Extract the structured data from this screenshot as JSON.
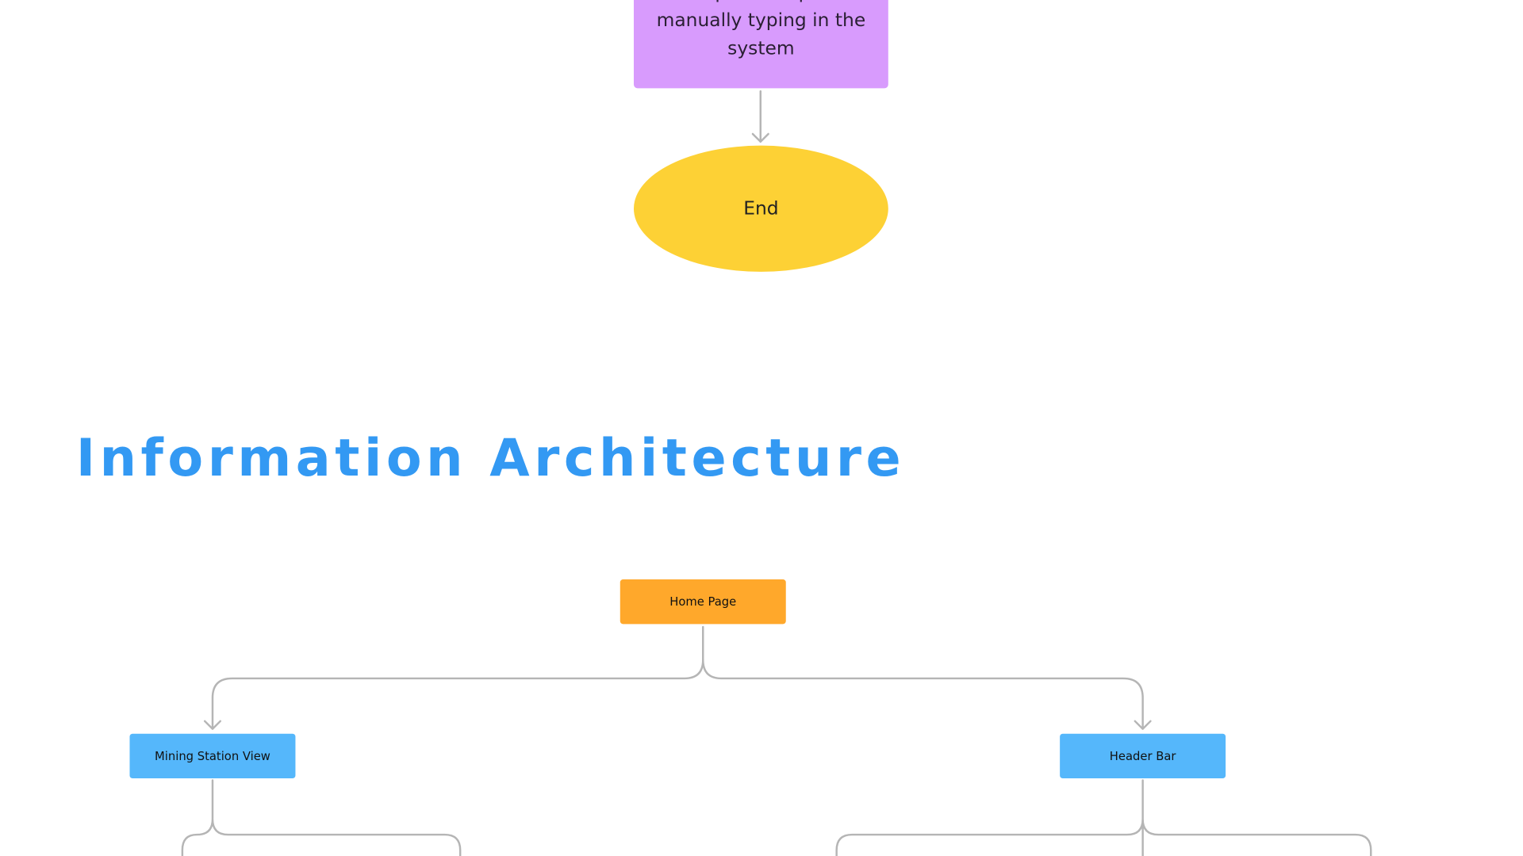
{
  "flowchart": {
    "process_step": "Prepare a report manually typing in the system",
    "end_label": "End"
  },
  "section": {
    "title": "Information Architecture"
  },
  "ia_tree": {
    "root": "Home Page",
    "children": [
      "Mining Station View",
      "Header Bar"
    ]
  },
  "colors": {
    "background": "#ffffff",
    "process_fill": "#d89bfd",
    "terminal_fill": "#fdd135",
    "title_blue": "#3399f3",
    "root_fill": "#ffa82b",
    "child_fill": "#55b7fb",
    "connector": "#b5b5b5"
  }
}
